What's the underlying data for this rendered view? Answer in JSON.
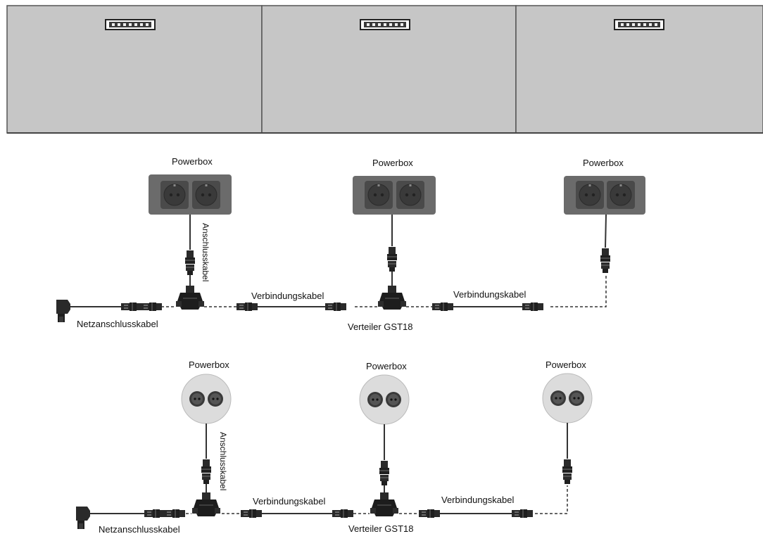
{
  "labels": {
    "powerbox": "Powerbox",
    "anschlusskabel": "Anschlusskabel",
    "verbindungskabel": "Verbindungskabel",
    "netzanschlusskabel": "Netzanschlusskabel",
    "verteiler": "Verteiler GST18"
  },
  "colors": {
    "desk_panel": "#c6c6c6",
    "panel_border": "#555555",
    "socket_frame": "#6b6b6b",
    "socket_round": "#dcdcdc",
    "connector": "#2a2a2a",
    "cable": "#333333"
  },
  "icons": {
    "cable_port": "cable-port-icon",
    "socket_square": "socket-frame-icon",
    "socket_round": "round-socket-icon",
    "plug": "schuko-plug-icon",
    "connector": "gst18-connector-icon",
    "distributor": "distributor-icon"
  }
}
